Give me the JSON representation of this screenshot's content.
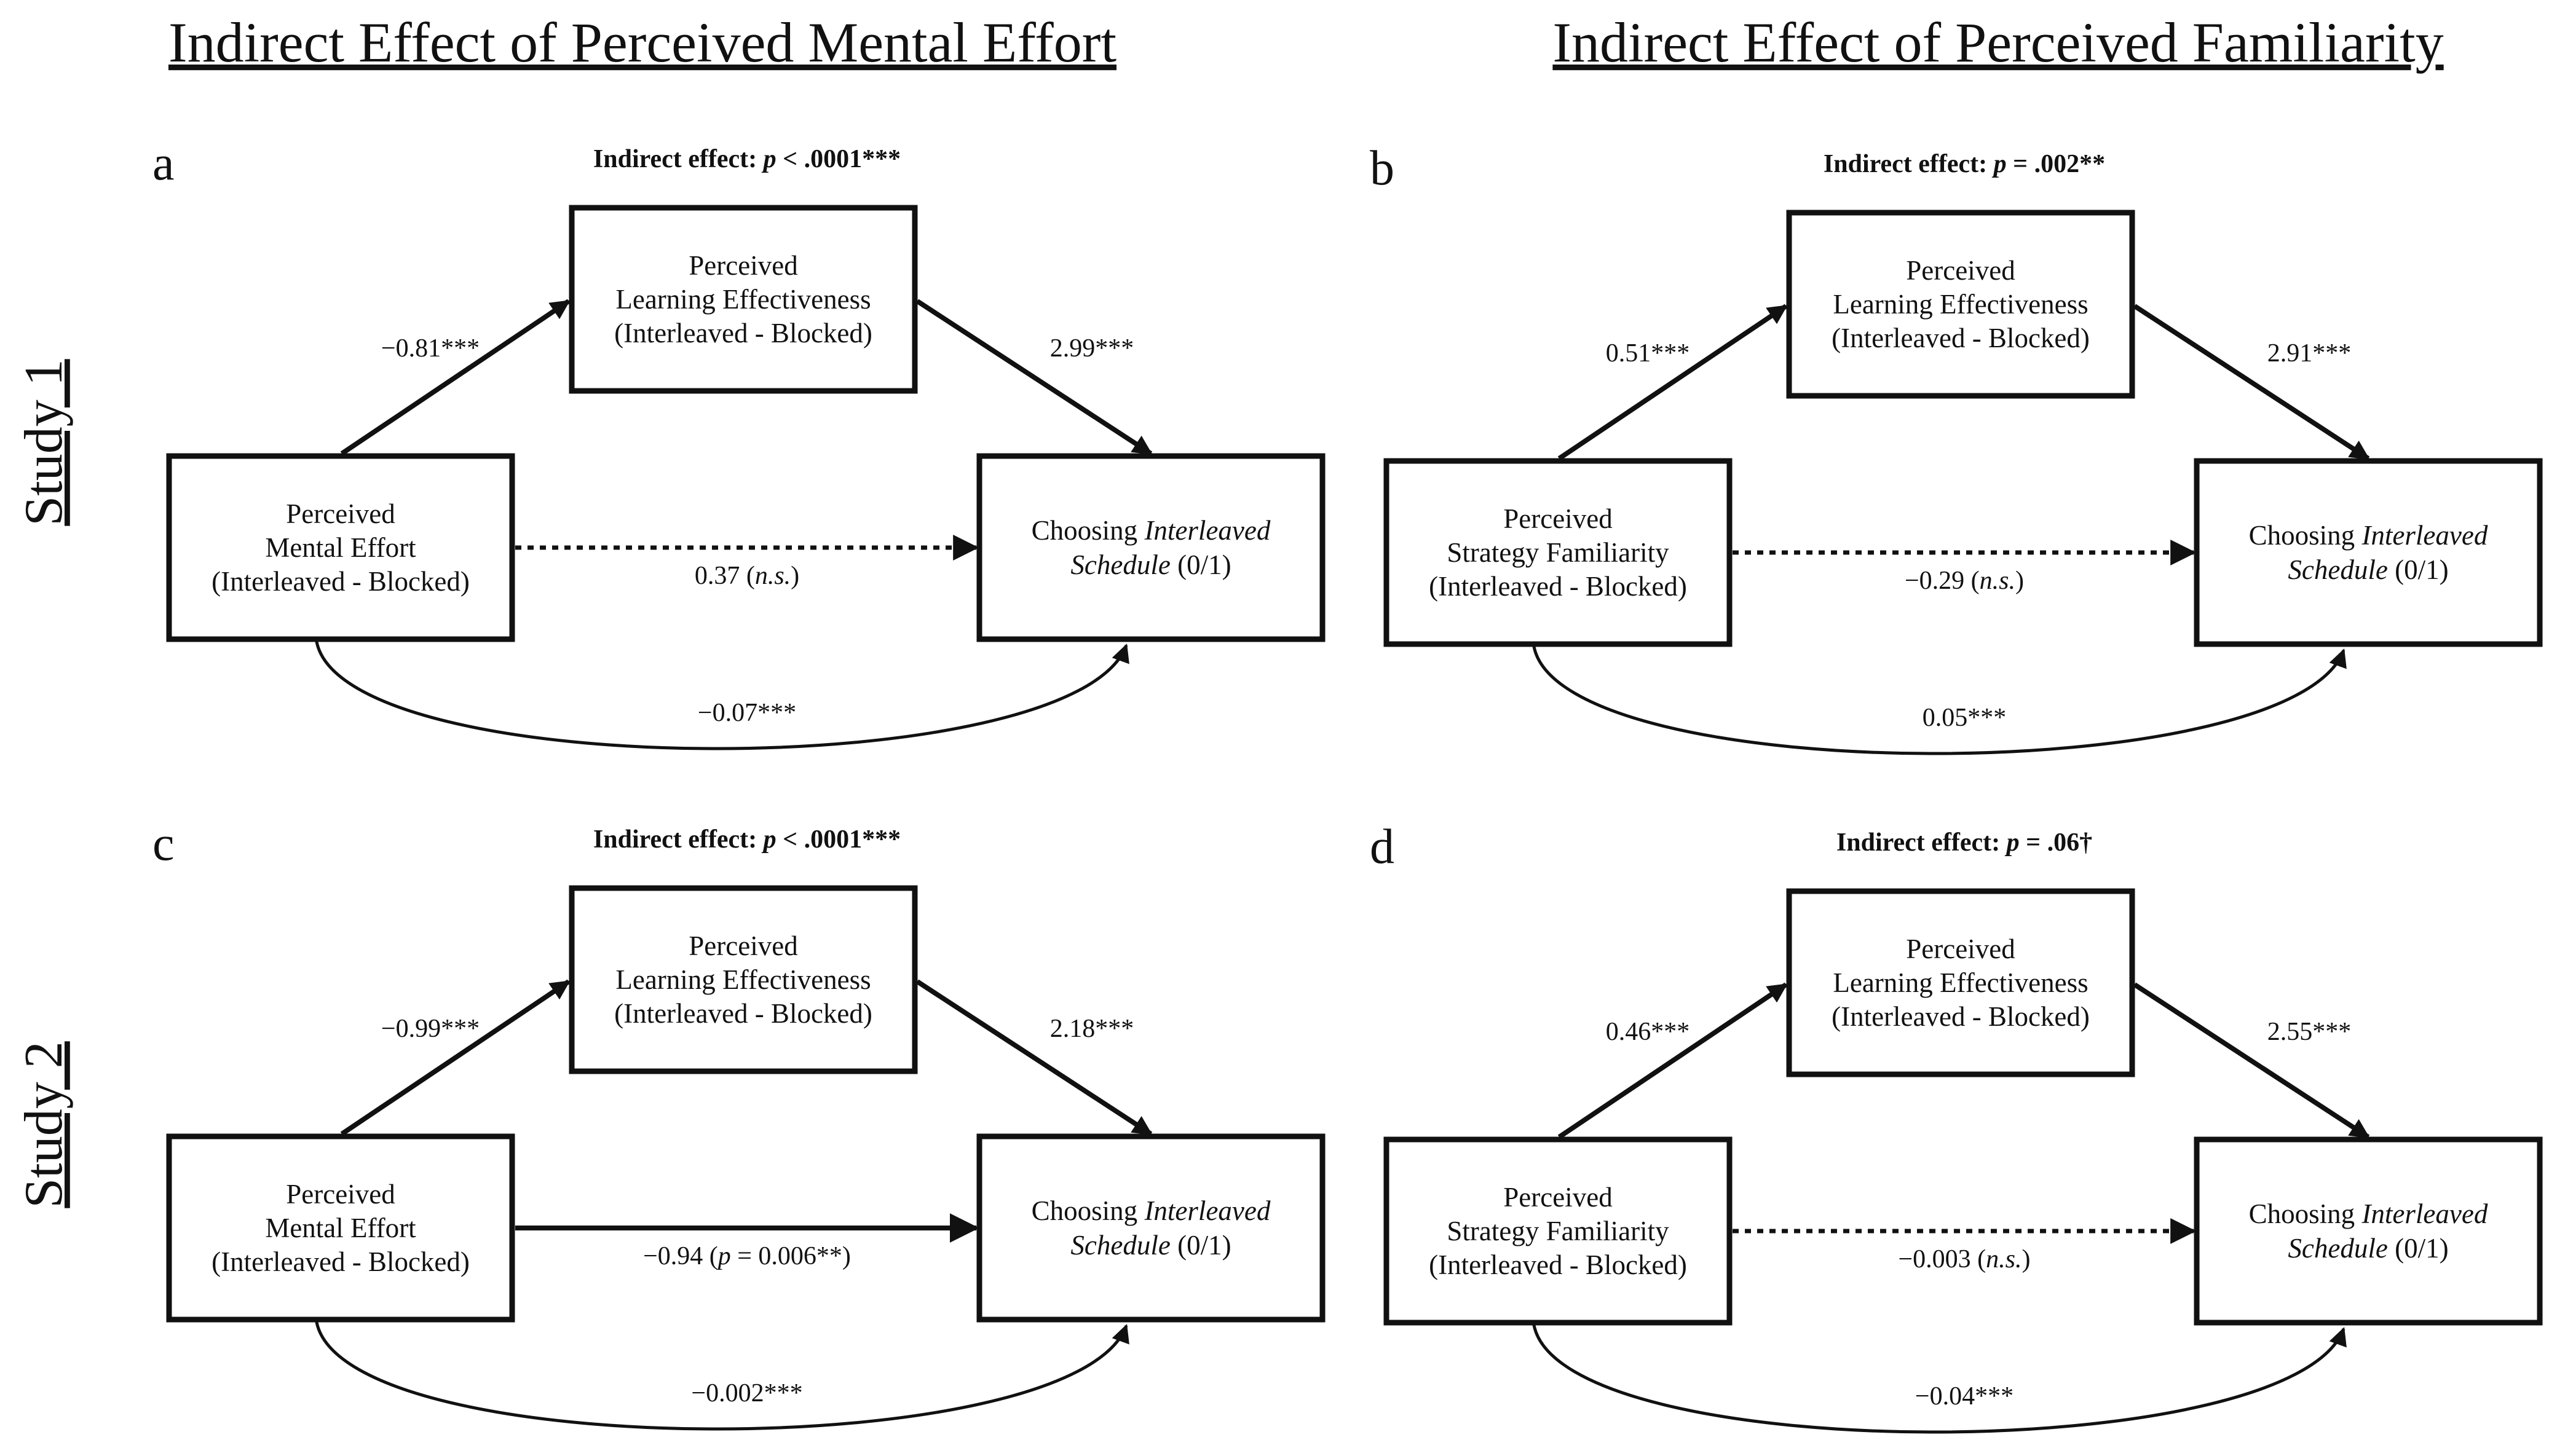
{
  "headings": {
    "left": "Indirect Effect of Perceived Mental Effort",
    "right": "Indirect Effect of Perceived Familiarity"
  },
  "studies": [
    "Study 1",
    "Study 2"
  ],
  "common": {
    "mediator_lines": [
      "Perceived",
      "Learning Effectiveness",
      "(Interleaved - Blocked)"
    ],
    "outcome_line1_plain": "Choosing ",
    "outcome_line1_italic": "Interleaved",
    "outcome_line2_italic": "Schedule",
    "outcome_line2_plain": " (0/1)",
    "indirect_prefix": "Indirect effect: "
  },
  "panels": [
    {
      "letter": "a",
      "indirect_p": "p",
      "indirect_rest": " < .0001***",
      "predictor_lines": [
        "Perceived",
        "Mental Effort",
        "(Interleaved - Blocked)"
      ],
      "a_path": "−0.81***",
      "b_path": "2.99***",
      "direct_prefix": "0.37 (",
      "direct_italic": "n.s.",
      "direct_suffix": ")",
      "direct_style": "dotted",
      "total": "−0.07***"
    },
    {
      "letter": "b",
      "indirect_p": "p",
      "indirect_rest": " = .002**",
      "predictor_lines": [
        "Perceived",
        "Strategy Familiarity",
        "(Interleaved - Blocked)"
      ],
      "a_path": "0.51***",
      "b_path": "2.91***",
      "direct_prefix": "−0.29 (",
      "direct_italic": "n.s.",
      "direct_suffix": ")",
      "direct_style": "dotted",
      "total": "0.05***"
    },
    {
      "letter": "c",
      "indirect_p": "p",
      "indirect_rest": " < .0001***",
      "predictor_lines": [
        "Perceived",
        "Mental Effort",
        "(Interleaved - Blocked)"
      ],
      "a_path": "−0.99***",
      "b_path": "2.18***",
      "direct_prefix": "−0.94 (",
      "direct_italic": "p",
      "direct_suffix": " = 0.006**)",
      "direct_style": "solid",
      "total": "−0.002***"
    },
    {
      "letter": "d",
      "indirect_p": "p",
      "indirect_rest": " = .06†",
      "predictor_lines": [
        "Perceived",
        "Strategy Familiarity",
        "(Interleaved - Blocked)"
      ],
      "a_path": "0.46***",
      "b_path": "2.55***",
      "direct_prefix": "−0.003 (",
      "direct_italic": "n.s.",
      "direct_suffix": ")",
      "direct_style": "dotted",
      "total": "−0.04***"
    }
  ]
}
